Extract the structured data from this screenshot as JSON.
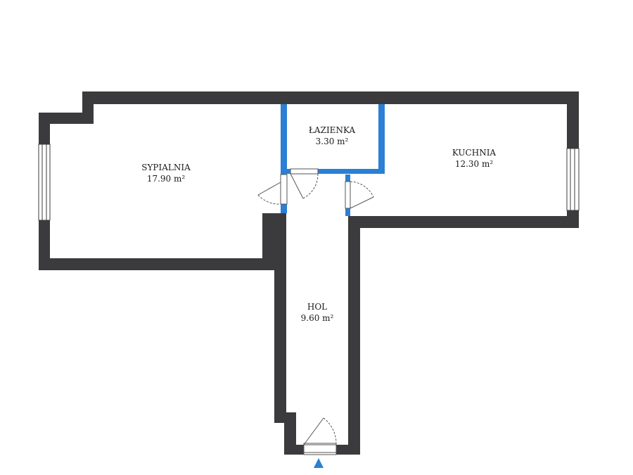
{
  "plan": {
    "wall_color": "#3b3b3d",
    "bathroom_wall_color": "#2b7fd4",
    "entrance_marker_color": "#2b7fd4",
    "rooms": [
      {
        "name": "SYPIALNIA",
        "area": "17.90 m²"
      },
      {
        "name": "ŁAZIENKA",
        "area": "3.30 m²"
      },
      {
        "name": "KUCHNIA",
        "area": "12.30 m²"
      },
      {
        "name": "HOL",
        "area": "9.60 m²"
      }
    ]
  }
}
